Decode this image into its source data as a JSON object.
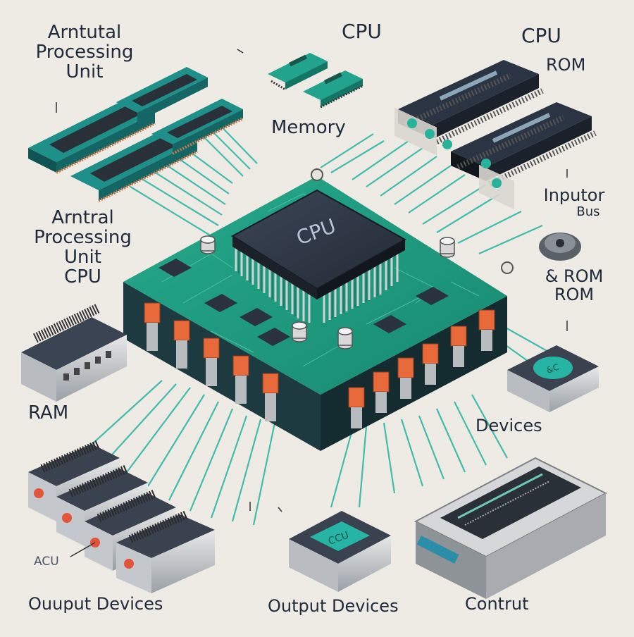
{
  "labels": {
    "top_left": [
      "Arntutal",
      "Processing",
      "Unit"
    ],
    "top_cpu": "CPU",
    "memory": "Memory",
    "top_right_cpu": "CPU",
    "top_right_rom": "ROM",
    "mid_left": [
      "Arntral",
      "Processing",
      "Unit",
      "CPU"
    ],
    "right_input": [
      "Inputor",
      "Bus"
    ],
    "right_rom": [
      "& ROM",
      "ROM"
    ],
    "ram": "RAM",
    "devices": "Devices",
    "acu": "ACU",
    "bottom_left": "Ouuput Devices",
    "bottom_center": "Output Devices",
    "bottom_right": "Contrut"
  },
  "chip_marks": {
    "main": "CPU",
    "output_device": "CCU",
    "right_device": "&C"
  },
  "colors": {
    "board": "#1f9b7f",
    "board_side": "#153c3a",
    "chip": "#2a3240",
    "wire": "#2fb7a6",
    "pin": "#e86a3a",
    "text": "#1f2a3c"
  },
  "icons": [
    "cpu-chip-icon",
    "memory-module-icon",
    "rom-chip-icon",
    "ram-module-icon",
    "device-icon",
    "connector-icon"
  ]
}
